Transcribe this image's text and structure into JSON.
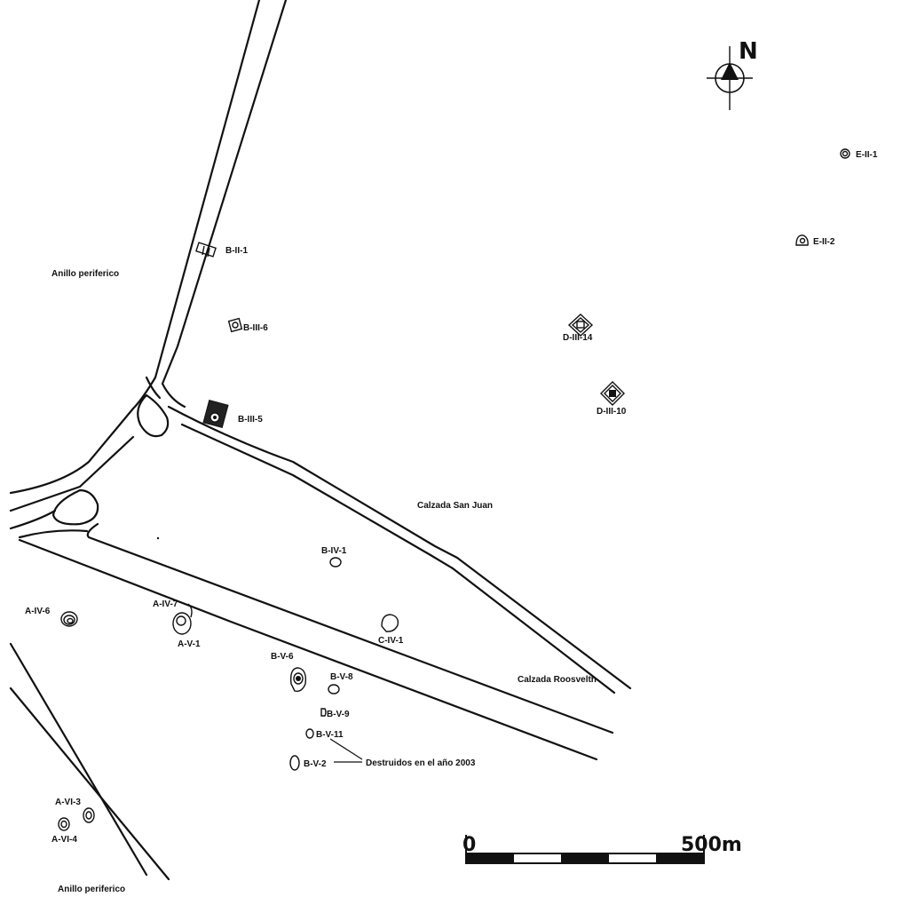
{
  "north": {
    "label": "N",
    "icon": "north-arrow-icon"
  },
  "roads": {
    "anillo_top": "Anillo periferico",
    "anillo_bottom": "Anillo periferico",
    "calzada_san_juan": "Calzada San Juan",
    "calzada_roosevelt": "Calzada Roosvelth"
  },
  "annotation": "Destruidos en el año 2003",
  "scale": {
    "start": "0",
    "end": "500m"
  },
  "sites": {
    "e_ii_1": "E-II-1",
    "e_ii_2": "E-II-2",
    "b_ii_1": "B-II-1",
    "b_iii_6": "B-III-6",
    "b_iii_5": "B-III-5",
    "d_iii_14": "D-III-14",
    "d_iii_10": "D-III-10",
    "b_iv_1": "B-IV-1",
    "a_iv_6": "A-IV-6",
    "a_iv_7": "A-IV-7",
    "a_v_1": "A-V-1",
    "c_iv_1": "C-IV-1",
    "b_v_6": "B-V-6",
    "b_v_8": "B-V-8",
    "b_v_9": "B-V-9",
    "b_v_11": "B-V-11",
    "b_v_2": "B-V-2",
    "a_vi_3": "A-VI-3",
    "a_vi_4": "A-VI-4"
  }
}
